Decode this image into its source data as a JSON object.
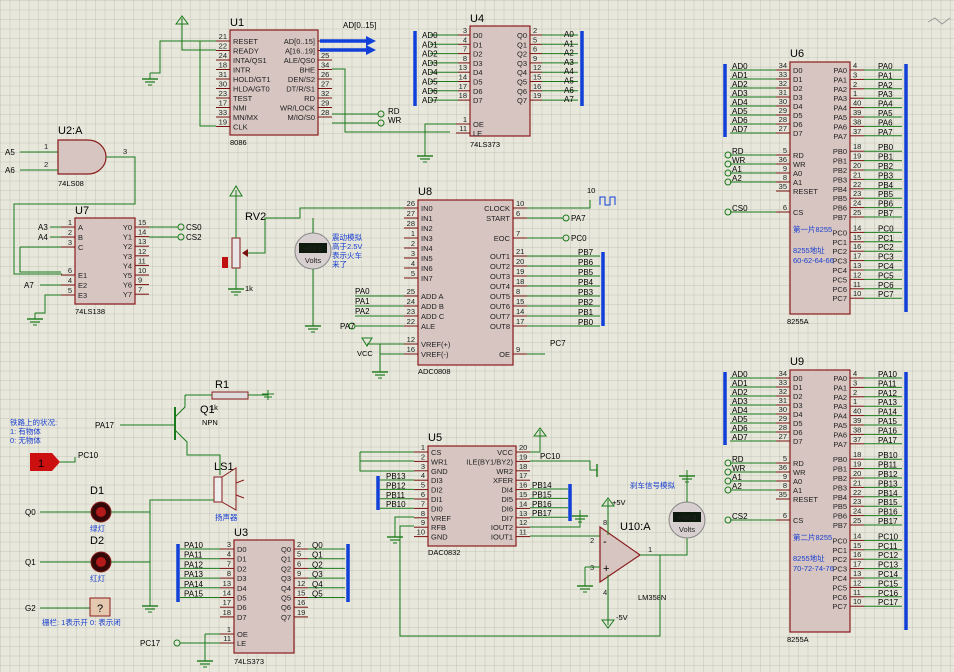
{
  "colors": {
    "body": "#d6c5c1",
    "body_stroke": "#8a1c1c",
    "wire": "#1a7a1a",
    "bus": "#1040d8",
    "pin": "#7a1010",
    "text_blue": "#1a3fd0",
    "text_yellow": "#b89a10"
  },
  "u1": {
    "ref": "U1",
    "part": "8086",
    "left": [
      "RESET",
      "READY",
      "INTA/QS1",
      "INTR",
      "HOLD/GT1",
      "HLDA/GT0",
      "TEST",
      "NMI",
      "MN/MX",
      "CLK"
    ],
    "left_nums": [
      "21",
      "22",
      "24",
      "18",
      "31",
      "30",
      "23",
      "17",
      "33",
      "19"
    ],
    "right": [
      "AD[0..15]",
      "A[16..19]",
      "ALE/QS0",
      "BHE",
      "DEN/S2",
      "DT/R/S1",
      "RD",
      "WR/LOCK",
      "M/IO/S0"
    ],
    "right_nums": [
      "",
      "",
      "25",
      "34",
      "26",
      "27",
      "32",
      "29",
      "28"
    ],
    "bus_label": "AD[0..15]",
    "rd": "RD",
    "wr": "WR"
  },
  "u4": {
    "ref": "U4",
    "part": "74LS373",
    "inputs": [
      "AD0",
      "AD1",
      "AD2",
      "AD3",
      "AD4",
      "AD5",
      "AD6",
      "AD7"
    ],
    "in_nums": [
      "3",
      "4",
      "7",
      "8",
      "13",
      "14",
      "17",
      "18"
    ],
    "d_pins": [
      "D0",
      "D1",
      "D2",
      "D3",
      "D4",
      "D5",
      "D6",
      "D7"
    ],
    "q_pins": [
      "Q0",
      "Q1",
      "Q2",
      "Q3",
      "Q4",
      "Q5",
      "Q6",
      "Q7"
    ],
    "out_nums": [
      "2",
      "5",
      "6",
      "9",
      "12",
      "15",
      "16",
      "19"
    ],
    "outputs": [
      "A0",
      "A1",
      "A2",
      "A3",
      "A4",
      "A5",
      "A6",
      "A7"
    ],
    "oe": "OE",
    "le": "LE",
    "oe_num": "1",
    "le_num": "11"
  },
  "u2": {
    "ref": "U2:A",
    "part": "74LS08",
    "inputs": [
      "A5",
      "A6"
    ],
    "nums": [
      "1",
      "2",
      "3"
    ]
  },
  "u7": {
    "ref": "U7",
    "part": "74LS138",
    "pins_left": [
      "A",
      "B",
      "C",
      "E1",
      "E2",
      "E3"
    ],
    "left_nums": [
      "1",
      "2",
      "3",
      "6",
      "4",
      "5"
    ],
    "inputs": [
      "A3",
      "A4",
      "A7"
    ],
    "pins_right": [
      "Y0",
      "Y1",
      "Y2",
      "Y3",
      "Y4",
      "Y5",
      "Y6",
      "Y7"
    ],
    "right_nums": [
      "15",
      "14",
      "13",
      "12",
      "11",
      "10",
      "9",
      "7"
    ],
    "outputs": [
      "CS0",
      "CS2"
    ]
  },
  "rv2": {
    "ref": "RV2",
    "value": "1k"
  },
  "meter1": {
    "label": "Volts",
    "value": "+88.8",
    "note": "震动模拟\n高于2.5V\n表示火车\n来了"
  },
  "u8": {
    "ref": "U8",
    "part": "ADC0808",
    "left": [
      "IN0",
      "IN1",
      "IN2",
      "IN3",
      "IN4",
      "IN5",
      "IN6",
      "IN7",
      "ADD A",
      "ADD B",
      "ADD C",
      "ALE",
      "VREF(+)",
      "VREF(-)"
    ],
    "left_nums": [
      "26",
      "27",
      "28",
      "1",
      "2",
      "3",
      "4",
      "5",
      "25",
      "24",
      "23",
      "22",
      "12",
      "16"
    ],
    "right": [
      "CLOCK",
      "START",
      "EOC",
      "OUT1",
      "OUT2",
      "OUT3",
      "OUT4",
      "OUT5",
      "OUT6",
      "OUT7",
      "OUT8",
      "OE"
    ],
    "right_nums": [
      "10",
      "6",
      "7",
      "21",
      "20",
      "19",
      "18",
      "8",
      "15",
      "14",
      "17",
      "9"
    ],
    "inputs": [
      "PA0",
      "PA1",
      "PA2",
      "PA7"
    ],
    "outputs": [
      "PA7",
      "PC0",
      "PB7",
      "PB6",
      "PB5",
      "PB4",
      "PB3",
      "PB2",
      "PB1",
      "PB0",
      "PC7"
    ],
    "vcc": "VCC",
    "clock_label": "10"
  },
  "u6": {
    "ref": "U6",
    "part": "8255A",
    "note": "第一片8255",
    "addr_label": "8255地址",
    "addr": "60-62-64-66",
    "left": [
      "D0",
      "D1",
      "D2",
      "D3",
      "D4",
      "D5",
      "D6",
      "D7",
      "RD",
      "WR",
      "A0",
      "A1",
      "RESET",
      "CS"
    ],
    "left_nums": [
      "34",
      "33",
      "32",
      "31",
      "30",
      "29",
      "28",
      "27",
      "5",
      "36",
      "9",
      "8",
      "35",
      "6"
    ],
    "left_nets": [
      "AD0",
      "AD1",
      "AD2",
      "AD3",
      "AD4",
      "AD5",
      "AD6",
      "AD7",
      "RD",
      "WR",
      "A1",
      "A2",
      "",
      "CS0"
    ],
    "right": [
      "PA0",
      "PA1",
      "PA2",
      "PA3",
      "PA4",
      "PA5",
      "PA6",
      "PA7",
      "PB0",
      "PB1",
      "PB2",
      "PB3",
      "PB4",
      "PB5",
      "PB6",
      "PB7",
      "PC0",
      "PC1",
      "PC2",
      "PC3",
      "PC4",
      "PC5",
      "PC6",
      "PC7"
    ],
    "right_nums": [
      "4",
      "3",
      "2",
      "1",
      "40",
      "39",
      "38",
      "37",
      "18",
      "19",
      "20",
      "21",
      "22",
      "23",
      "24",
      "25",
      "14",
      "15",
      "16",
      "17",
      "13",
      "12",
      "11",
      "10"
    ],
    "right_nets": [
      "PA0",
      "PA1",
      "PA2",
      "PA3",
      "PA4",
      "PA5",
      "PA6",
      "PA7",
      "PB0",
      "PB1",
      "PB2",
      "PB3",
      "PB4",
      "PB5",
      "PB6",
      "PB7",
      "PC0",
      "PC1",
      "PC2",
      "PC3",
      "PC4",
      "PC5",
      "PC6",
      "PC7"
    ]
  },
  "u9": {
    "ref": "U9",
    "part": "8255A",
    "note": "第二片8255",
    "addr_label": "8255地址",
    "addr": "70-72-74-76",
    "left": [
      "D0",
      "D1",
      "D2",
      "D3",
      "D4",
      "D5",
      "D6",
      "D7",
      "RD",
      "WR",
      "A0",
      "A1",
      "RESET",
      "CS"
    ],
    "left_nums": [
      "34",
      "33",
      "32",
      "31",
      "30",
      "29",
      "28",
      "27",
      "5",
      "36",
      "9",
      "8",
      "35",
      "6"
    ],
    "left_nets": [
      "AD0",
      "AD1",
      "AD2",
      "AD3",
      "AD4",
      "AD5",
      "AD6",
      "AD7",
      "RD",
      "WR",
      "A1",
      "A2",
      "",
      "CS2"
    ],
    "right": [
      "PA0",
      "PA1",
      "PA2",
      "PA3",
      "PA4",
      "PA5",
      "PA6",
      "PA7",
      "PB0",
      "PB1",
      "PB2",
      "PB3",
      "PB4",
      "PB5",
      "PB6",
      "PB7",
      "PC0",
      "PC1",
      "PC2",
      "PC3",
      "PC4",
      "PC5",
      "PC6",
      "PC7"
    ],
    "right_nums": [
      "4",
      "3",
      "2",
      "1",
      "40",
      "39",
      "38",
      "37",
      "18",
      "19",
      "20",
      "21",
      "22",
      "23",
      "24",
      "25",
      "14",
      "15",
      "16",
      "17",
      "13",
      "12",
      "11",
      "10"
    ],
    "right_nets": [
      "PA10",
      "PA11",
      "PA12",
      "PA13",
      "PA14",
      "PA15",
      "PA16",
      "PA17",
      "PB10",
      "PB11",
      "PB12",
      "PB13",
      "PB14",
      "PB15",
      "PB16",
      "PB17",
      "PC10",
      "PC11",
      "PC12",
      "PC13",
      "PC14",
      "PC15",
      "PC16",
      "PC17"
    ]
  },
  "r1": {
    "ref": "R1",
    "value": "1k"
  },
  "q1": {
    "ref": "Q1",
    "type": "NPN",
    "input": "PA17"
  },
  "ls1": {
    "ref": "LS1",
    "part": "扬声器"
  },
  "status_note": "铁路上的状况:\n1: 有物体\n0: 无物体",
  "src": {
    "value": "1",
    "net": "PC10"
  },
  "d1": {
    "ref": "D1",
    "part": "绿灯",
    "net": "Q0"
  },
  "d2": {
    "ref": "D2",
    "part": "红灯",
    "net": "Q1"
  },
  "g2": {
    "net": "G2",
    "symbol": "?",
    "note": "栅栏: 1表示开 0: 表示闭"
  },
  "u3": {
    "ref": "U3",
    "part": "74LS373",
    "inputs": [
      "PA10",
      "PA11",
      "PA12",
      "PA13",
      "PA14",
      "PA15"
    ],
    "in_nums": [
      "3",
      "4",
      "7",
      "8",
      "13",
      "14",
      "17",
      "18"
    ],
    "d_pins": [
      "D0",
      "D1",
      "D2",
      "D3",
      "D4",
      "D5",
      "D6",
      "D7"
    ],
    "q_pins": [
      "Q0",
      "Q1",
      "Q2",
      "Q3",
      "Q4",
      "Q5",
      "Q6",
      "Q7"
    ],
    "out_nums": [
      "2",
      "5",
      "6",
      "9",
      "12",
      "15",
      "16",
      "19"
    ],
    "outputs": [
      "Q0",
      "Q1",
      "Q2",
      "Q3",
      "Q4",
      "Q5"
    ],
    "oe": "OE",
    "le": "LE",
    "oe_num": "1",
    "le_num": "11",
    "le_net": "PC17"
  },
  "u5": {
    "ref": "U5",
    "part": "DAC0832",
    "left": [
      "CS",
      "WR1",
      "GND",
      "DI3",
      "DI2",
      "DI1",
      "DI0",
      "VREF",
      "RFB",
      "GND"
    ],
    "left_nums": [
      "1",
      "2",
      "3",
      "4",
      "5",
      "6",
      "7",
      "8",
      "9",
      "10"
    ],
    "right": [
      "VCC",
      "ILE(BY1/BY2)",
      "WR2",
      "XFER",
      "DI4",
      "DI5",
      "DI6",
      "DI7",
      "IOUT2",
      "IOUT1"
    ],
    "right_nums": [
      "20",
      "19",
      "18",
      "17",
      "16",
      "15",
      "14",
      "13",
      "12",
      "11"
    ],
    "inputs": [
      "PB13",
      "PB12",
      "PB11",
      "PB10"
    ],
    "right_inputs": [
      "PB14",
      "PB15",
      "PB16",
      "PB17"
    ],
    "top_net": "PC10"
  },
  "u10": {
    "ref": "U10:A",
    "part": "LM358N",
    "vpos": "+5V",
    "vneg": "-5V",
    "pins": [
      "8",
      "3",
      "2",
      "1",
      "4"
    ]
  },
  "meter2": {
    "label": "Volts",
    "value": "+88.8",
    "note": "刹车信号模拟"
  }
}
